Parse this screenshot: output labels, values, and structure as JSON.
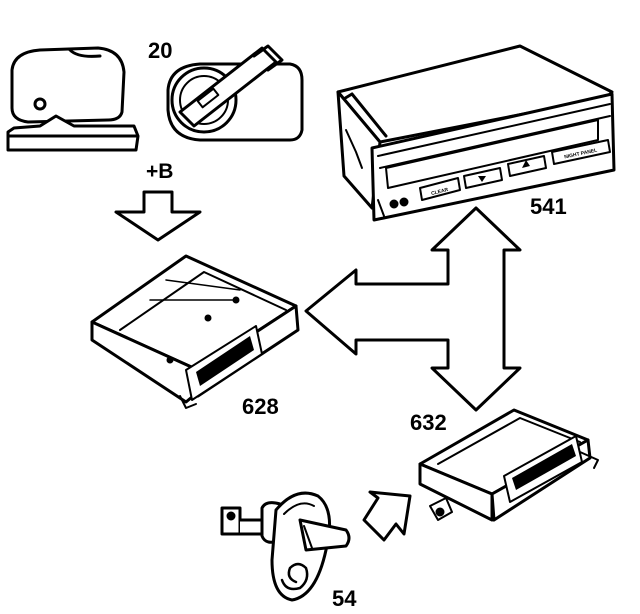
{
  "labels": {
    "ignition": "20",
    "power": "+B",
    "display": "541",
    "module_main": "628",
    "module_right": "632",
    "switch": "54"
  },
  "display_buttons": {
    "left": "CLEAR",
    "right": "NIGHT PANEL"
  }
}
